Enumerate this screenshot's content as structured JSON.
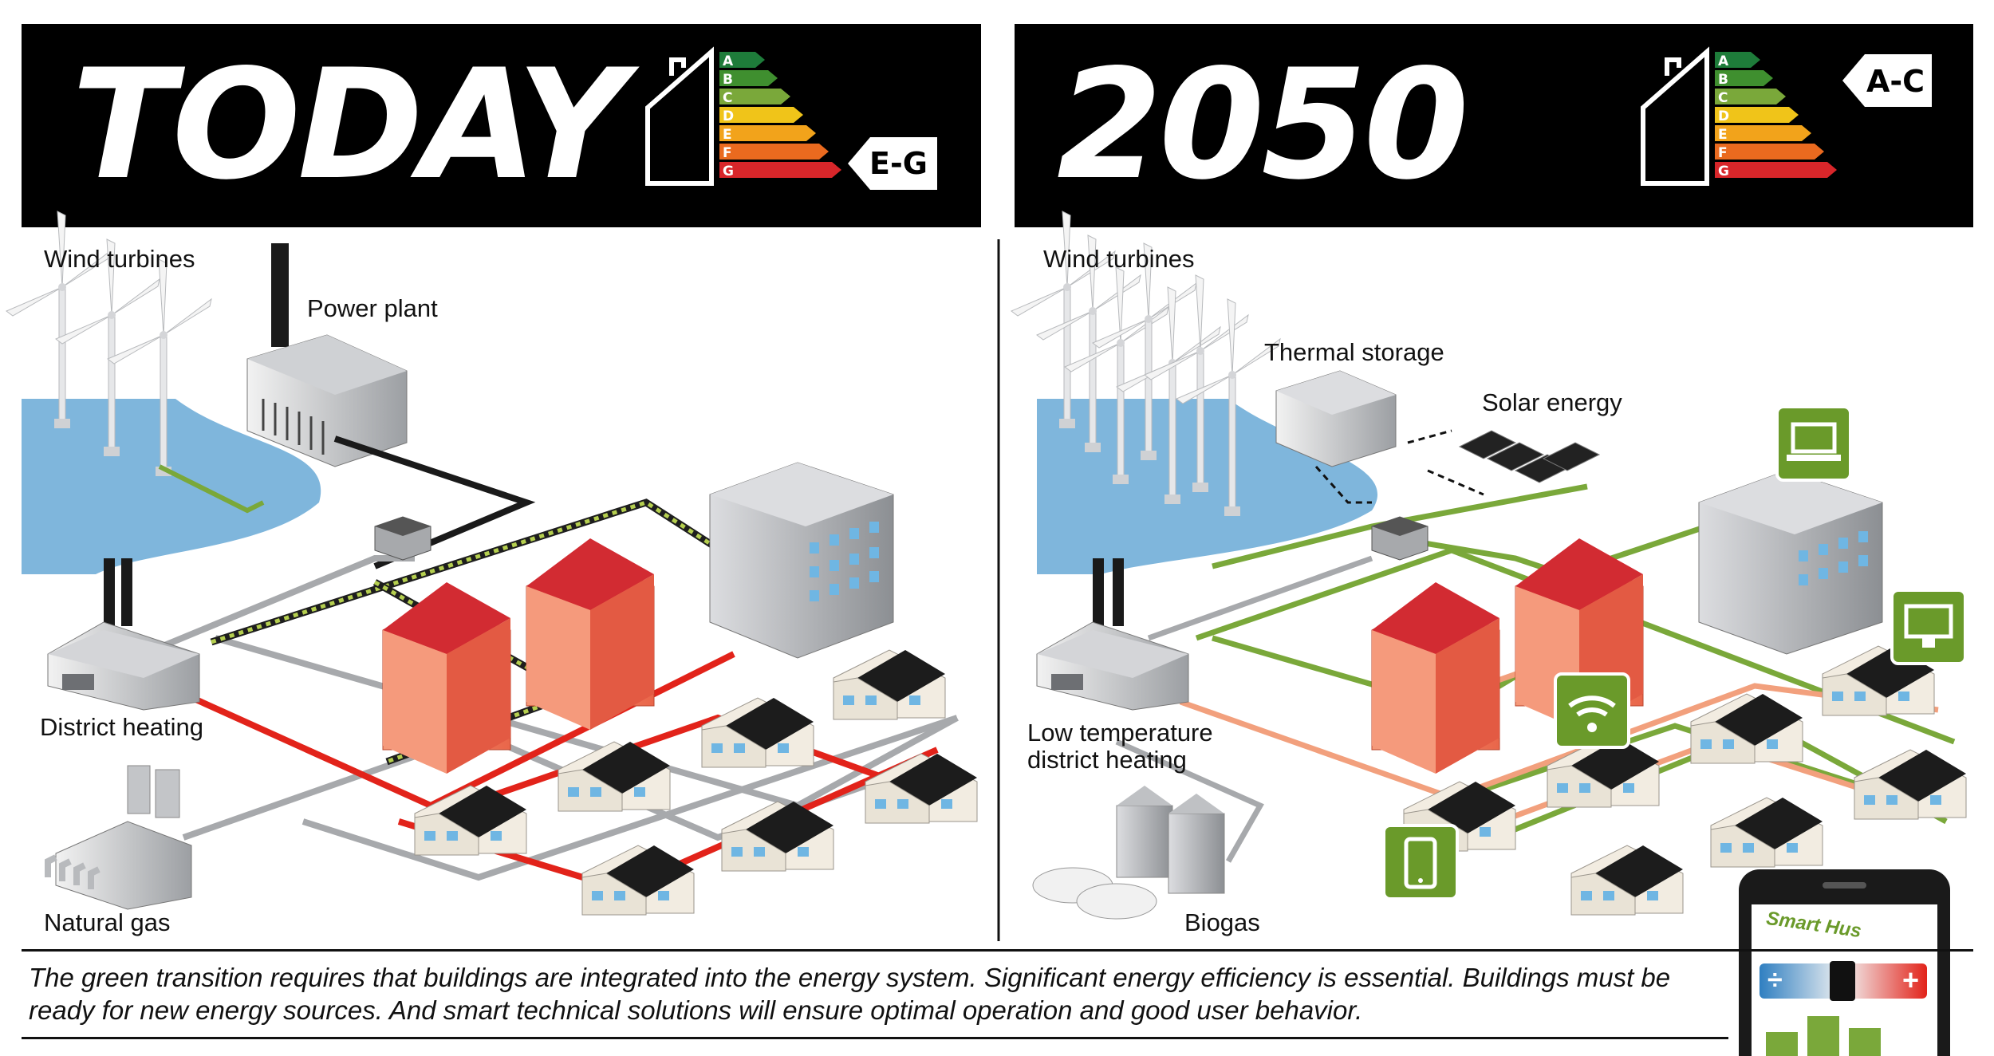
{
  "today": {
    "title": "TODAY",
    "energy_label": "E-G",
    "labels": {
      "wind_turbines": "Wind turbines",
      "power_plant": "Power plant",
      "district_heating": "District heating",
      "natural_gas": "Natural gas"
    }
  },
  "future": {
    "title": "2050",
    "energy_label": "A-C",
    "labels": {
      "wind_turbines": "Wind turbines",
      "thermal_storage": "Thermal storage",
      "solar_energy": "Solar energy",
      "low_temp_line1": "Low temperature",
      "low_temp_line2": "district heating",
      "biogas": "Biogas"
    },
    "phone_app": "Smart Hus",
    "phone_minus": "÷",
    "phone_plus": "+"
  },
  "rating_scale": [
    "A",
    "B",
    "C",
    "D",
    "E",
    "F",
    "G"
  ],
  "rating_colors": [
    "#1e7c3a",
    "#3f8f2f",
    "#7aa83a",
    "#f0c419",
    "#f2a31b",
    "#ea6a1f",
    "#d8262a",
    "#b01e22"
  ],
  "caption": "The green transition requires that buildings are integrated into the energy system. Significant energy efficiency is essential. Buildings must be ready for new energy sources. And smart technical solutions will ensure optimal operation and good user behavior.",
  "colors": {
    "electric_green": "#7aa83a",
    "heat_red": "#e2231a",
    "low_heat": "#f2a07d",
    "gas_stripe": "#1e1e1e",
    "grey_pipe": "#a7a9ac",
    "water": "#7fb6dc",
    "app_tile": "#6a9a2a"
  },
  "icons": [
    "house-outline-icon",
    "wifi-icon",
    "laptop-icon",
    "monitor-icon",
    "smartphone-icon"
  ]
}
